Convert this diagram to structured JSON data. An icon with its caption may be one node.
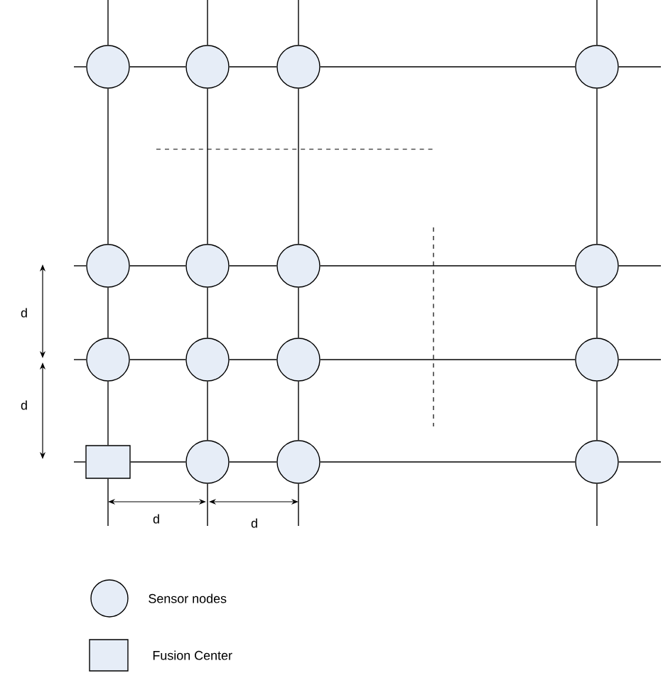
{
  "diagram": {
    "nodes": [
      {
        "text": [],
        "shape": "circle"
      },
      {
        "text": [],
        "shape": "circle"
      },
      {
        "text": [],
        "shape": "circle"
      },
      {
        "text": [],
        "shape": "circle"
      },
      {
        "text": [],
        "shape": "circle"
      },
      {
        "text": [],
        "shape": "circle"
      },
      {
        "text": [],
        "shape": "circle"
      },
      {
        "text": [],
        "shape": "circle"
      },
      {
        "text": [],
        "shape": "circle"
      },
      {
        "text": [],
        "shape": "circle"
      },
      {
        "text": [],
        "shape": "circle"
      },
      {
        "text": [],
        "shape": "circle"
      },
      {
        "text": [],
        "shape": "box"
      },
      {
        "text": [],
        "shape": "circle"
      },
      {
        "text": [],
        "shape": "circle"
      },
      {
        "text": [],
        "shape": "circle"
      }
    ],
    "edges": [
      {
        "from": 0,
        "to": 1,
        "arrow": "none"
      },
      {
        "from": 1,
        "to": 2,
        "arrow": "none"
      },
      {
        "from": 2,
        "to": 3,
        "arrow": "none"
      },
      {
        "from": 4,
        "to": 5,
        "arrow": "none"
      },
      {
        "from": 5,
        "to": 6,
        "arrow": "none"
      },
      {
        "from": 6,
        "to": 7,
        "arrow": "none"
      },
      {
        "from": 8,
        "to": 9,
        "arrow": "none"
      },
      {
        "from": 9,
        "to": 10,
        "arrow": "none"
      },
      {
        "from": 10,
        "to": 11,
        "arrow": "none"
      },
      {
        "from": 12,
        "to": 13,
        "arrow": "none"
      },
      {
        "from": 13,
        "to": 14,
        "arrow": "none"
      },
      {
        "from": 14,
        "to": 15,
        "arrow": "none"
      },
      {
        "from": 0,
        "to": 4,
        "arrow": "none"
      },
      {
        "from": 4,
        "to": 8,
        "arrow": "none"
      },
      {
        "from": 8,
        "to": 12,
        "arrow": "none"
      },
      {
        "from": 1,
        "to": 5,
        "arrow": "none"
      },
      {
        "from": 5,
        "to": 9,
        "arrow": "none"
      },
      {
        "from": 9,
        "to": 13,
        "arrow": "none"
      },
      {
        "from": 2,
        "to": 6,
        "arrow": "none"
      },
      {
        "from": 6,
        "to": 10,
        "arrow": "none"
      },
      {
        "from": 10,
        "to": 14,
        "arrow": "none"
      },
      {
        "from": 3,
        "to": 7,
        "arrow": "none"
      },
      {
        "from": 7,
        "to": 11,
        "arrow": "none"
      },
      {
        "from": 11,
        "to": 15,
        "arrow": "none"
      }
    ],
    "labels": [
      "d",
      "d",
      "d",
      "d"
    ],
    "legend": [
      {
        "text": "Sensor nodes"
      },
      {
        "text": "Fusion Center"
      }
    ]
  }
}
